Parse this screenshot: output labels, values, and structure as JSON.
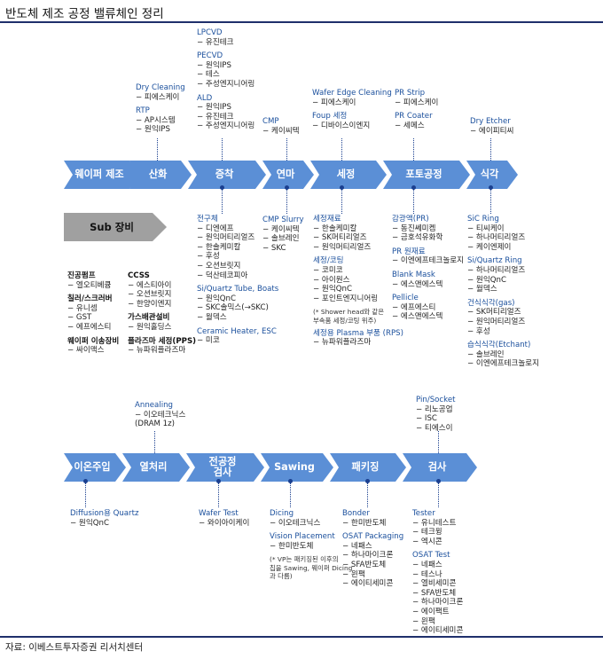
{
  "title": "반도체 제조 공정 밸류체인 정리",
  "source": "자료: 이베스트투자증권 리서치센터",
  "colors": {
    "arrow_blue": "#5b8fd6",
    "heading_blue": "#1a4f9c",
    "sub_gray": "#a0a0a0",
    "rule_navy": "#1f2f6b"
  },
  "row1_steps": [
    "웨이퍼 제조",
    "산화",
    "증착",
    "연마",
    "세정",
    "포토공정",
    "식각"
  ],
  "row2_steps": [
    "이온주입",
    "열처리",
    "전공정\n검사",
    "Sawing",
    "패키징",
    "검사"
  ],
  "sub_label": "Sub 장비",
  "top1": {
    "oxid": {
      "dry_h": "Dry Cleaning",
      "dry_1": "− 피에스케이",
      "rtp_h": "RTP",
      "rtp_1": "− AP시스템",
      "rtp_2": "− 원익IPS"
    },
    "depo": {
      "lpcvd_h": "LPCVD",
      "lpcvd_1": "− 유진테크",
      "pecvd_h": "PECVD",
      "pecvd_1": "− 원익IPS",
      "pecvd_2": "− 테스",
      "pecvd_3": "− 주성엔지니어링",
      "ald_h": "ALD",
      "ald_1": "− 원익IPS",
      "ald_2": "− 유진테크",
      "ald_3": "− 주성엔지니어링"
    },
    "cmp": {
      "h": "CMP",
      "i1": "− 케이씨텍"
    },
    "clean": {
      "web_h": "Wafer Edge Cleaning",
      "web_1": "− 피에스케이",
      "foup_h": "Foup 세정",
      "foup_1": "− 디바이스이엔지"
    },
    "photo": {
      "strip_h": "PR Strip",
      "strip_1": "− 피에스케이",
      "coat_h": "PR Coater",
      "coat_1": "− 세메스"
    },
    "etch": {
      "h": "Dry Etcher",
      "i1": "− 에이피티씨"
    }
  },
  "bottom1": {
    "sub": {
      "vac_h": "진공펌프",
      "vac_1": "− 엘오티베큠",
      "chill_h": "칠러/스크러버",
      "chill_1": "− 유니셈",
      "chill_2": "− GST",
      "chill_3": "− 에프에스티",
      "wtr_h": "웨이퍼 이송장비",
      "wtr_1": "− 싸이맥스",
      "ccss_h": "CCSS",
      "ccss_1": "− 에스티아이",
      "ccss_2": "− 오션브릿지",
      "ccss_3": "− 한양이엔지",
      "gas_h": "가스배관설비",
      "gas_1": "− 원익홀딩스",
      "pps_h": "플라즈마 세정(PPS)",
      "pps_1": "− 뉴파워플라즈마"
    },
    "depo": {
      "pre_h": "전구체",
      "pre_1": "− 디엔에프",
      "pre_2": "− 원익머티리얼즈",
      "pre_3": "− 한솔케미칼",
      "pre_4": "− 후성",
      "pre_5": "− 오션브릿지",
      "pre_6": "− 덕산테코피아",
      "tube_h": "Si/Quartz Tube, Boats",
      "tube_1": "− 원익QnC",
      "tube_2": "− SKC솔믹스(→SKC)",
      "tube_3": "− 월덱스",
      "cer_h": "Ceramic Heater, ESC",
      "cer_1": "− 미코"
    },
    "cmp": {
      "h": "CMP Slurry",
      "i1": "− 케이씨텍",
      "i2": "− 솔브레인",
      "i3": "− SKC"
    },
    "clean": {
      "mat_h": "세정재료",
      "mat_1": "− 한솔케미칼",
      "mat_2": "− SK머티리얼즈",
      "mat_3": "− 원익머티리얼즈",
      "coat_h": "세정/코팅",
      "coat_1": "− 코미코",
      "coat_2": "− 아이원스",
      "coat_3": "− 원익QnC",
      "coat_4": "− 포인트엔지니어링",
      "note_1": "(* Shower head와 같은",
      "note_2": "부속품 세정/코팅 위주)",
      "rps_h": "세정용 Plasma 부품 (RPS)",
      "rps_1": "− 뉴파워플라즈마"
    },
    "photo": {
      "pr_h": "감광액(PR)",
      "pr_1": "− 동진쎄미켐",
      "pr_2": "− 금호석유화학",
      "prm_h": "PR 원재료",
      "prm_1": "− 이엔에프테크놀로지",
      "blank_h": "Blank Mask",
      "blank_1": "− 에스앤에스텍",
      "pel_h": "Pellicle",
      "pel_1": "− 에프에스티",
      "pel_2": "− 에스앤에스텍"
    },
    "etch": {
      "sic_h": "SiC Ring",
      "sic_1": "− 티씨케이",
      "sic_2": "− 하나머티리얼즈",
      "sic_3": "− 케이엔제이",
      "sq_h": "Si/Quartz Ring",
      "sq_1": "− 하나머티리얼즈",
      "sq_2": "− 원익QnC",
      "sq_3": "− 월덱스",
      "gas_h": "건식식각(gas)",
      "gas_1": "− SK머티리얼즈",
      "gas_2": "− 원익머티리얼즈",
      "gas_3": "− 후성",
      "wet_h": "습식식각(Etchant)",
      "wet_1": "− 솔브레인",
      "wet_2": "− 이엔에프테크놀로지"
    }
  },
  "top2": {
    "anneal": {
      "h": "Annealing",
      "i1": "− 이오테크닉스",
      "i2": "(DRAM 1z)"
    },
    "test": {
      "h": "Pin/Socket",
      "i1": "− 리노공업",
      "i2": "− ISC",
      "i3": "− 티에스이"
    }
  },
  "bottom2": {
    "ion": {
      "h": "Diffusion용 Quartz",
      "i1": "− 원익QnC"
    },
    "ftest": {
      "h": "Wafer Test",
      "i1": "− 와이아이케이"
    },
    "saw": {
      "dic_h": "Dicing",
      "dic_1": "− 이오테크닉스",
      "vp_h": "Vision Placement",
      "vp_1": "− 한미반도체",
      "note_1": "(* VP는 패키징된 이후의",
      "note_2": "칩을 Sawing, 웨이퍼 Dicing",
      "note_3": "과 다름)"
    },
    "pkg": {
      "bond_h": "Bonder",
      "bond_1": "− 한미반도체",
      "osat_h": "OSAT Packaging",
      "osat_1": "− 네패스",
      "osat_2": "− 하나마이크론",
      "osat_3": "− SFA반도체",
      "osat_4": "− 윈팩",
      "osat_5": "− 에이티세미콘"
    },
    "test": {
      "tester_h": "Tester",
      "tester_1": "− 유니테스트",
      "tester_2": "− 테크윙",
      "tester_3": "− 엑시콘",
      "ot_h": "OSAT Test",
      "ot_1": "− 네패스",
      "ot_2": "− 테스나",
      "ot_3": "− 엘비세미콘",
      "ot_4": "− SFA반도체",
      "ot_5": "− 하나마이크론",
      "ot_6": "− 에이팩트",
      "ot_7": "− 윈팩",
      "ot_8": "− 에이티세미콘"
    }
  }
}
